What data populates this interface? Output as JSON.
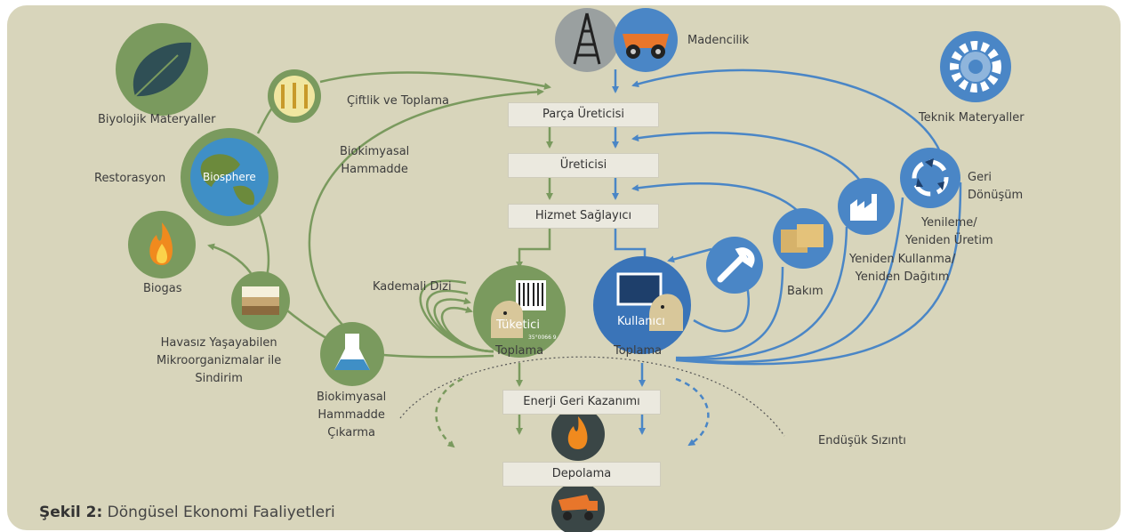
{
  "caption": {
    "label": "Şekil 2:",
    "text": " Döngüsel Ekonomi Faaliyetleri"
  },
  "biological": {
    "title": "Biyolojik Materyaller",
    "farming": "Çiftlik ve Toplama",
    "biochem_feedstock": [
      "Biokimyasal",
      "Hammadde"
    ],
    "restoration": "Restorasyon",
    "biosphere": "Biosphere",
    "biogas": "Biogas",
    "anaerobic": [
      "Havasız Yaşayabilen",
      "Mikroorganizmalar ile",
      "Sindirim"
    ],
    "extraction": [
      "Biokimyasal",
      "Hammadde",
      "Çıkarma"
    ],
    "cascades": "Kademali Dizi",
    "consumer": "Tüketici",
    "collection": "Toplama"
  },
  "technical": {
    "title": "Teknik Materyaller",
    "mining": "Madencilik",
    "recycling": [
      "Geri",
      "Dönüşüm"
    ],
    "refurbish": [
      "Yenileme/",
      "Yeniden Üretim"
    ],
    "reuse": [
      "Yeniden Kullanma/",
      "Yeniden Dağıtım"
    ],
    "maintenance": "Bakım",
    "user": "Kullanıcı",
    "collection": "Toplama"
  },
  "chain": {
    "parts": "Parça Üreticisi",
    "manufacturer": "Üreticisi",
    "service": "Hizmet Sağlayıcı",
    "energy": "Enerji Geri Kazanımı",
    "landfill": "Depolama"
  },
  "leakage": "Endüşük Sızıntı",
  "barcode": "35°0066 9",
  "colors": {
    "green": "#7a9a5e",
    "blue": "#4a86c6",
    "panel": "#d8d5bb",
    "box": "#ebe9df"
  }
}
